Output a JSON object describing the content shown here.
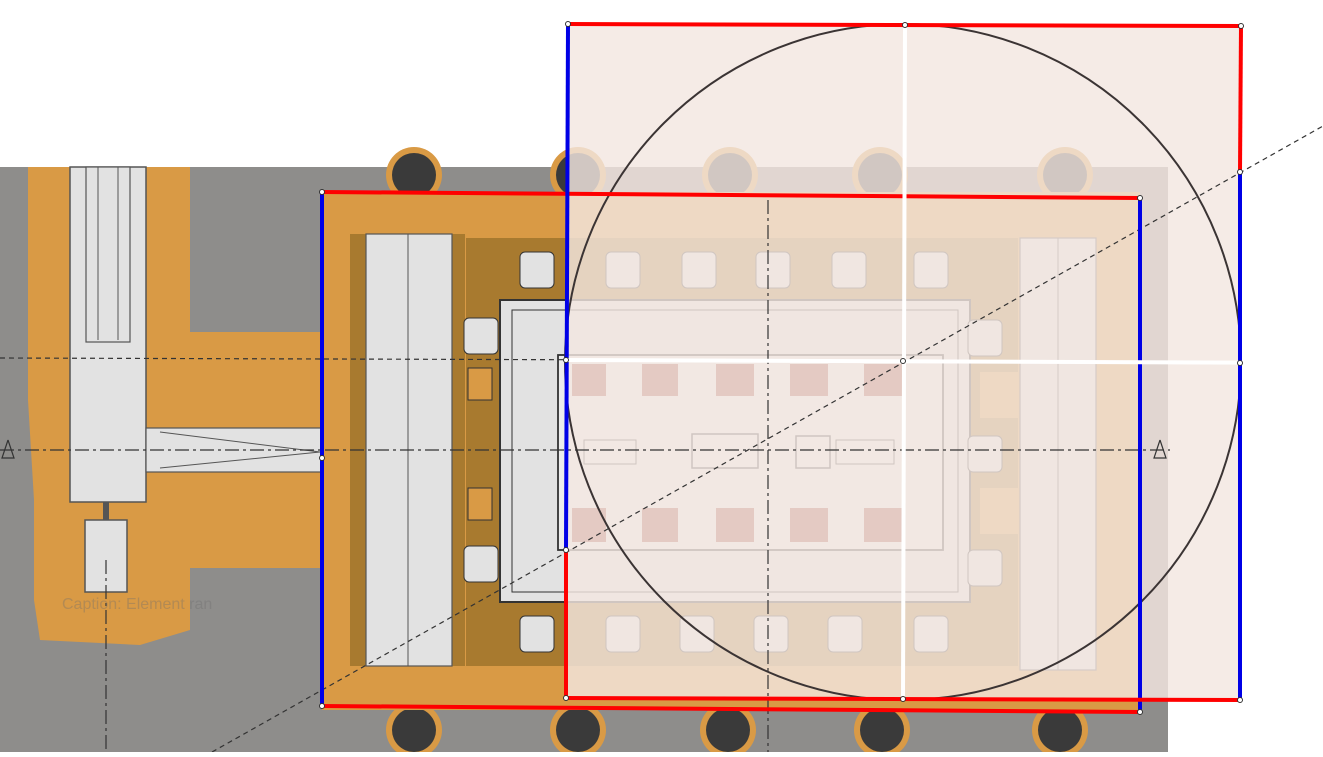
{
  "caption": {
    "text": "Caption: Element ran"
  },
  "colors": {
    "background": "#ffffff",
    "ground": "#8e8d8b",
    "podium": "#d99a45",
    "podium_dark": "#a87a2f",
    "slab": "#e2e2e2",
    "column": "#9f4a3c",
    "pit_ring": "#b77a2a",
    "pit": "#3a3a3a",
    "overlay": "#f3e6e0",
    "red_frame": "#ff0000",
    "blue_frame": "#0000e6",
    "white_line": "#ffffff",
    "circle": "#3b3434",
    "axis": "#333333"
  },
  "layers": [
    "ground-plan",
    "proportion-overlay",
    "proportion-circle",
    "golden-rectangles",
    "axis-lines"
  ]
}
